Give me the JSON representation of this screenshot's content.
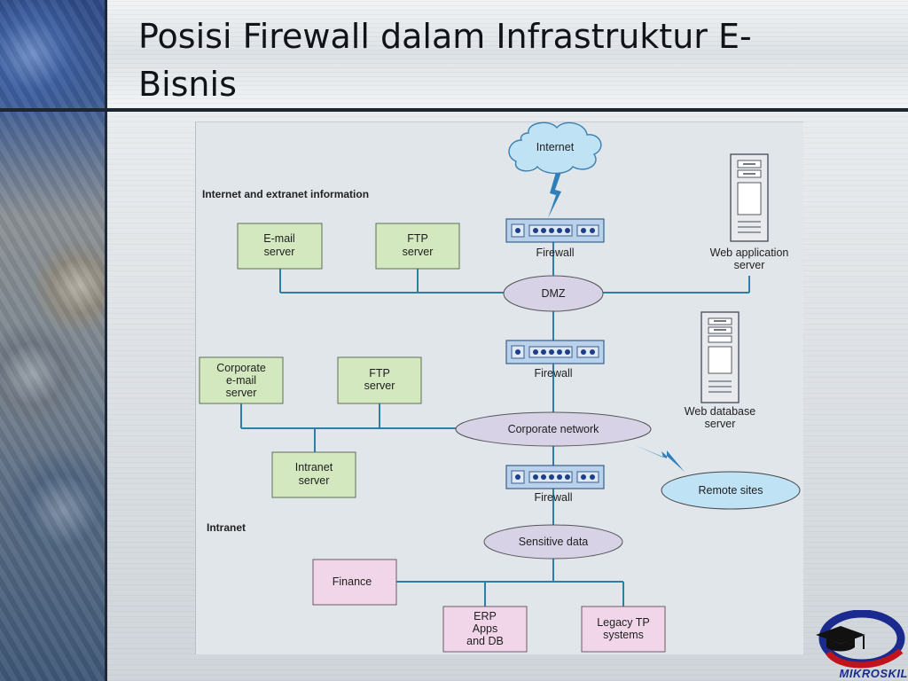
{
  "slide": {
    "title_line1": "Posisi Firewall dalam Infrastruktur E-",
    "title_line2": "Bisnis"
  },
  "diagram": {
    "sections": {
      "internet_extranet": "Internet and extranet information",
      "intranet": "Intranet"
    },
    "nodes": {
      "internet": "Internet",
      "firewall_1": "Firewall",
      "firewall_2": "Firewall",
      "firewall_3": "Firewall",
      "email_server": [
        "E-mail",
        "server"
      ],
      "ftp_server_1": [
        "FTP",
        "server"
      ],
      "web_app_server": [
        "Web application",
        "server"
      ],
      "dmz": "DMZ",
      "corporate_email_server": [
        "Corporate",
        "e-mail",
        "server"
      ],
      "ftp_server_2": [
        "FTP",
        "server"
      ],
      "intranet_server": [
        "Intranet",
        "server"
      ],
      "web_db_server": [
        "Web database",
        "server"
      ],
      "corporate_network": "Corporate network",
      "remote_sites": "Remote sites",
      "sensitive_data": "Sensitive data",
      "finance": "Finance",
      "erp": [
        "ERP",
        "Apps",
        "and DB"
      ],
      "legacy_tp": [
        "Legacy TP",
        "systems"
      ]
    }
  },
  "logo": {
    "name": "MIKROSKIL"
  },
  "colors": {
    "connector": "#2d7fa5",
    "server_box_fill": "#d3e8be",
    "intranet_box_fill": "#f1d6ea",
    "ellipse_fill": "#d7d2e6",
    "cloud_fill": "#bfe3f5",
    "logo_blue": "#1b2a8f",
    "logo_red": "#c0141a"
  }
}
